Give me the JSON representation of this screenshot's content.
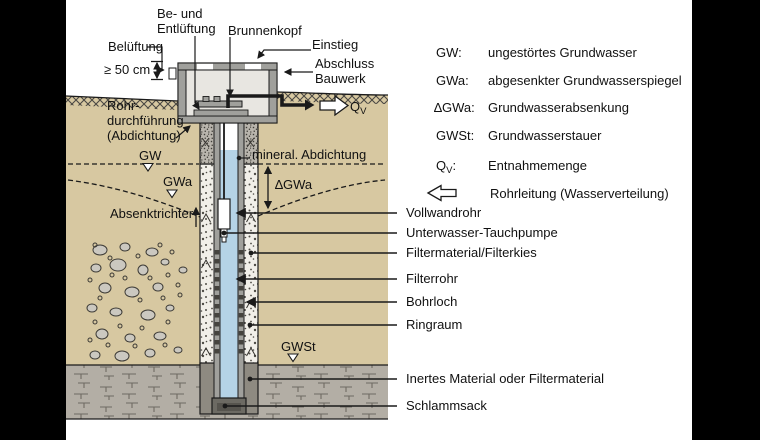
{
  "colors": {
    "soil": "#d7c8a1",
    "rock": "#b3aea5",
    "water": "#b5d3e6",
    "wall_gray": "#a0a09c",
    "chamber_interior": "#e8e6e1",
    "inert_material": "#8e8a81",
    "sludge": "#6c6a63",
    "line": "#1a1a1a"
  },
  "diagram": {
    "top_labels": {
      "vent_line1": "Be- und",
      "vent_line2": "Entlüftung",
      "wellhead": "Brunnenkopf",
      "entry": "Einstieg",
      "closure_line1": "Abschluss",
      "closure_line2": "Bauwerk",
      "aeration": "Belüftung",
      "min_height": "≥ 50 cm"
    },
    "left_labels": {
      "pipe_pen_1": "Rohr-",
      "pipe_pen_2": "durchführung",
      "pipe_pen_3": "(Abdichtung)",
      "gw": "GW",
      "gwa": "GWa",
      "mineral_seal": "mineral. Abdichtung",
      "delta_gwa": "∆GWa",
      "drawdown_cone": "Absenktrichter",
      "gwst": "GWSt"
    },
    "qv": {
      "base": "Q",
      "sub": "V"
    },
    "callouts": [
      "Vollwandrohr",
      "Unterwasser-Tauchpumpe",
      "Filtermaterial/Filterkies",
      "Filterrohr",
      "Bohrloch",
      "Ringraum",
      "Inertes Material oder Filtermaterial",
      "Schlammsack"
    ]
  },
  "legend": {
    "rows": [
      {
        "term": "GW:",
        "desc": "ungestörtes Grundwasser"
      },
      {
        "term": "GWa:",
        "desc": "abgesenkter Grundwasserspiegel"
      },
      {
        "term": "∆GWa:",
        "desc": "Grundwasserabsenkung"
      },
      {
        "term": "GWSt:",
        "desc": "Grundwasserstauer"
      }
    ],
    "qv_term": {
      "base": "Q",
      "sub": "V",
      "colon": ":"
    },
    "qv_desc": "Entnahmemenge",
    "pipe_desc": "Rohrleitung (Wasserverteilung)"
  }
}
